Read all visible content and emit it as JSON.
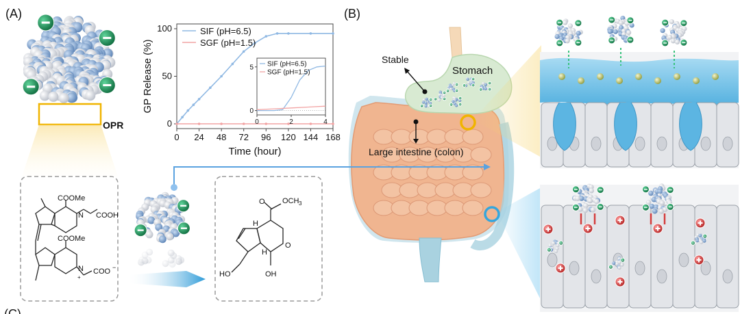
{
  "panels": {
    "a_label": "(A)",
    "b_label": "(B)",
    "c_label": "(C)"
  },
  "nanoparticle_label": "OPR",
  "chart_data": {
    "type": "line",
    "xlabel": "Time (hour)",
    "ylabel": "GP Release (%)",
    "xlim": [
      0,
      168
    ],
    "ylim": [
      -5,
      105
    ],
    "xticks": [
      0,
      24,
      48,
      72,
      96,
      120,
      144,
      168
    ],
    "yticks": [
      0,
      50,
      100
    ],
    "legend_position": "top-left",
    "series": [
      {
        "name": "SIF (pH=6.5)",
        "color": "#8fb8e3",
        "x": [
          0,
          6,
          12,
          18,
          24,
          36,
          48,
          60,
          72,
          84,
          96,
          108,
          120,
          144,
          168
        ],
        "values": [
          0,
          7,
          14,
          20,
          26,
          38,
          50,
          63,
          76,
          85,
          92,
          95,
          95,
          95,
          95
        ]
      },
      {
        "name": "SGF (pH=1.5)",
        "color": "#f2a3a3",
        "x": [
          0,
          24,
          48,
          72,
          96,
          120,
          144,
          168
        ],
        "values": [
          0,
          0,
          0,
          0,
          0,
          0,
          0,
          0
        ]
      }
    ],
    "inset": {
      "xlim": [
        0,
        4
      ],
      "ylim": [
        -0.5,
        6
      ],
      "xticks": [
        0,
        2,
        4
      ],
      "yticks": [
        0,
        5
      ],
      "series": [
        {
          "name": "SIF (pH=6.5)",
          "color": "#8fb8e3",
          "x": [
            0,
            1,
            1.5,
            2,
            2.5,
            3,
            3.5,
            4
          ],
          "values": [
            0,
            0,
            0.1,
            1.5,
            3.5,
            4.6,
            5.0,
            5.1
          ]
        },
        {
          "name": "SGF (pH=1.5)",
          "color": "#f2a3a3",
          "x": [
            0,
            1,
            2,
            3,
            4
          ],
          "values": [
            0.1,
            0.2,
            0.3,
            0.4,
            0.5
          ]
        }
      ]
    }
  },
  "chemistry": {
    "ester_top": "COOMe",
    "ester_bottom": "COOMe",
    "acid": "COOH",
    "carboxylate": "COO",
    "carboxylate_charge": "−",
    "n1": "N",
    "n2": "N",
    "n_charge": "+",
    "genipin_ester": "OCH",
    "genipin_ester_sub": "3",
    "hydroxymethyl": "HO",
    "hemiacetal": "OH",
    "ring_o": "O",
    "h_top": "H",
    "h_bottom": "H"
  },
  "anatomy": {
    "stable": "Stable",
    "stomach": "Stomach",
    "colon": "Large intestine (colon)"
  },
  "colors": {
    "blue_particle": "#7b9fc9",
    "grey_particle": "#e6e9ef",
    "negative_charge": "#1c8a55",
    "positive_charge": "#d43c3c",
    "stomach_fill": "#d8ead2",
    "colon_fill": "#f0b590",
    "gold_accent": "#f0b400",
    "cyan_accent": "#34a6dd"
  }
}
